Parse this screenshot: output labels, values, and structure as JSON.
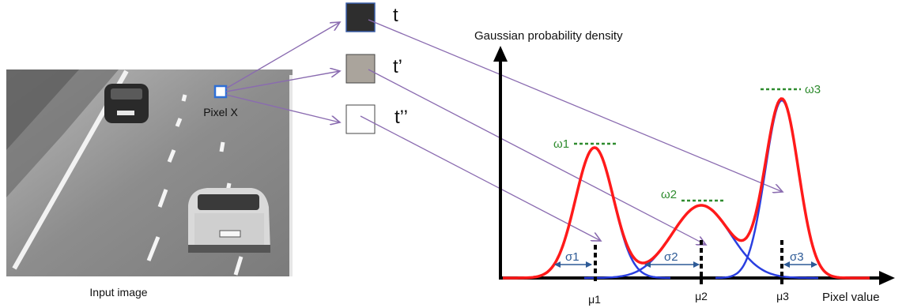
{
  "image_caption": "Input image",
  "pixel_label": "Pixel X",
  "swatches": [
    {
      "label": "t",
      "fill": "#2e2e2e"
    },
    {
      "label": "t’",
      "fill": "#aaa49c"
    },
    {
      "label": "t’’",
      "fill": "#ffffff"
    }
  ],
  "chart": {
    "ylabel": "Gaussian probability density",
    "xlabel": "Pixel value",
    "means": [
      "μ1",
      "μ2",
      "μ3"
    ],
    "weights": [
      "ω1",
      "ω2",
      "ω3"
    ],
    "sigmas": [
      "σ1",
      "σ2",
      "σ3"
    ],
    "colors": {
      "mixture": "#ff1a1a",
      "components": "#2a3fe0",
      "weight_marks": "#2e8b2e",
      "arrows": "#8a6bb0"
    }
  }
}
